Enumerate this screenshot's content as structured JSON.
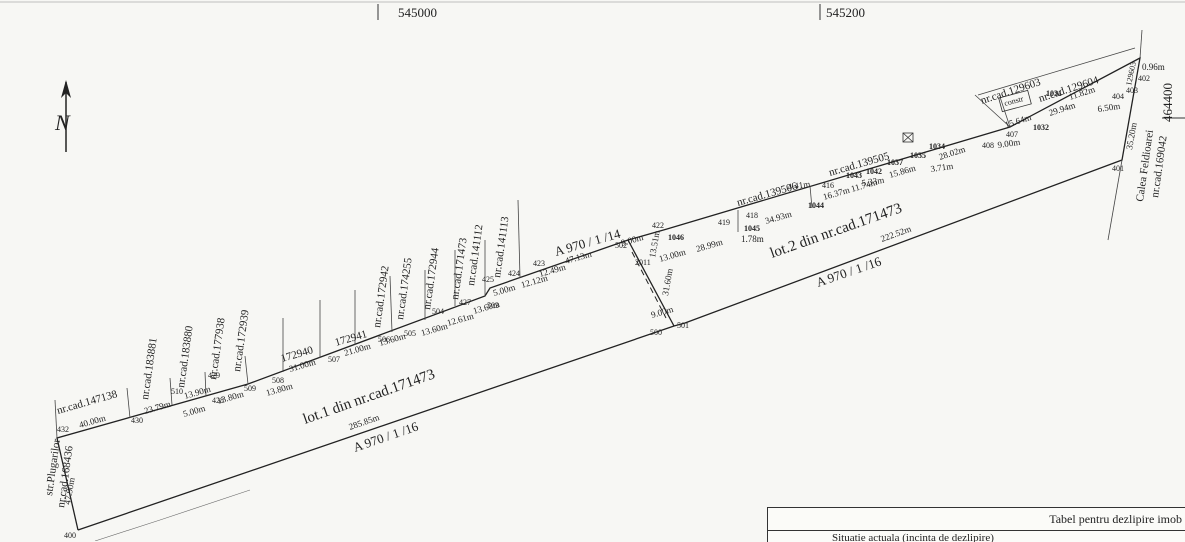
{
  "grid": {
    "x1": "545000",
    "x2": "545200",
    "y1": "464400"
  },
  "north_symbol": "N",
  "lots": {
    "lot1": "lot.1 din nr.cad.171473",
    "lot2": "lot.2 din nr.cad.171473"
  },
  "roads": {
    "a1": "A 970 / 1 /16",
    "a2": "A 970 / 1 /16",
    "a3": "A 970 / 1 /14"
  },
  "streets": {
    "plugarilor": "str.Plugarilor",
    "plugarilor_cad": "nr.cad.168436",
    "feldioarei": "Calea Feldioarei",
    "feldioarei_cad": "nr.cad.169042"
  },
  "cadastral": {
    "c147138": "nr.cad.147138",
    "c183881": "nr.cad.183881",
    "c183880": "nr.cad.183880",
    "c177938": "nr.cad.177938",
    "c172939": "nr.cad.172939",
    "c172940": "172940",
    "c172941": "172941",
    "c172942": "nr.cad.172942",
    "c174255": "nr.cad.174255",
    "c172944": "nr.cad.172944",
    "c171473": "nr.cad.171473",
    "c141112": "nr.cad.141112",
    "c141113": "nr.cad.141113",
    "c139506": "nr.cad.139506",
    "c139505": "nr.cad.139505",
    "c129603": "nr.cad.129603",
    "c129604": "nr.cad.129604",
    "c129603b": "129603",
    "constr": "constr"
  },
  "dims": {
    "d4790": "47.90m",
    "d4000": "40.00m",
    "d2379": "23.79m",
    "d1390": "13.90m",
    "d500a": "5.00m",
    "d1380": "13.80m",
    "d3100a": "31.00m",
    "d2100": "21.00m",
    "d1360a": "13.60m",
    "d1360b": "13.60m",
    "d1261": "12.61m",
    "d1360c": "13.60m",
    "d500b": "5.00m",
    "d1212": "12.12m",
    "d1249": "12.49m",
    "d4713": "47.13m",
    "d900a": "9.00m",
    "d1351": "13.51m",
    "d1300": "13.00m",
    "d3160": "31.60m",
    "d900b": "9.00m",
    "d2899": "28.99m",
    "d3493": "34.93m",
    "d178": "1.78m",
    "d441": "4.41m",
    "d1637": "16.37m",
    "d1174": "11.74m",
    "d533": "5.33m",
    "d1586": "15.86m",
    "d371": "3.71m",
    "d2802": "28.02m",
    "d900c": "9.00m",
    "d1564": "15.64m",
    "d2994": "29.94m",
    "d1182": "11.82m",
    "d650": "6.50m",
    "d096": "0.96m",
    "d3520": "35.20m",
    "d28585": "285.85m",
    "d22252": "222.52m"
  },
  "points": {
    "p400": "400",
    "p432": "432",
    "p430": "430",
    "p510": "510",
    "p428": "428",
    "p429": "429",
    "p509": "509",
    "p508": "508",
    "p507": "507",
    "p506": "506",
    "p505": "505",
    "p504": "504",
    "p427": "427",
    "p425": "425",
    "p503": "503",
    "p424": "424",
    "p423": "423",
    "p502": "502",
    "p422": "422",
    "p2011": "2011",
    "p500": "500",
    "p501": "501",
    "p1046": "1046",
    "p419": "419",
    "p418": "418",
    "p1045": "1045",
    "p1044": "1044",
    "p416": "416",
    "p1043": "1043",
    "p1042": "1042",
    "p1037": "1037",
    "p1035": "1035",
    "p1034": "1034",
    "p408": "408",
    "p407": "407",
    "p1032": "1032",
    "p1031": "1031",
    "p404": "404",
    "p403": "403",
    "p402": "402",
    "p401": "401"
  },
  "table": {
    "title": "Tabel pentru dezlipire imob",
    "subtitle": "Situatie actuala (incinta de dezlipire)"
  }
}
